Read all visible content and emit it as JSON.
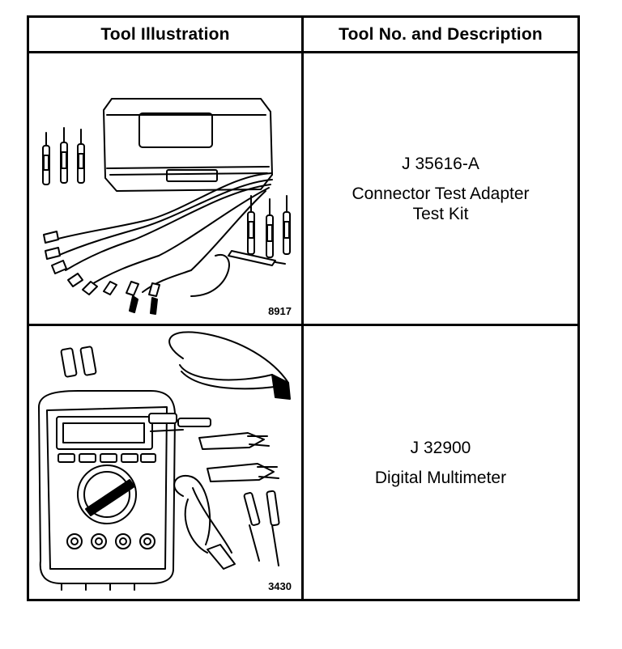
{
  "table": {
    "headers": {
      "illustration": "Tool Illustration",
      "description": "Tool No. and Description"
    },
    "rows": [
      {
        "figure_number": "8917",
        "illustration_icon": "connector-test-adapter-kit-icon",
        "tool_number": "J 35616-A",
        "description_lines": [
          "Connector Test Adapter",
          "Test Kit"
        ]
      },
      {
        "figure_number": "3430",
        "illustration_icon": "digital-multimeter-icon",
        "tool_number": "J 32900",
        "description_lines": [
          "Digital Multimeter"
        ]
      }
    ]
  }
}
